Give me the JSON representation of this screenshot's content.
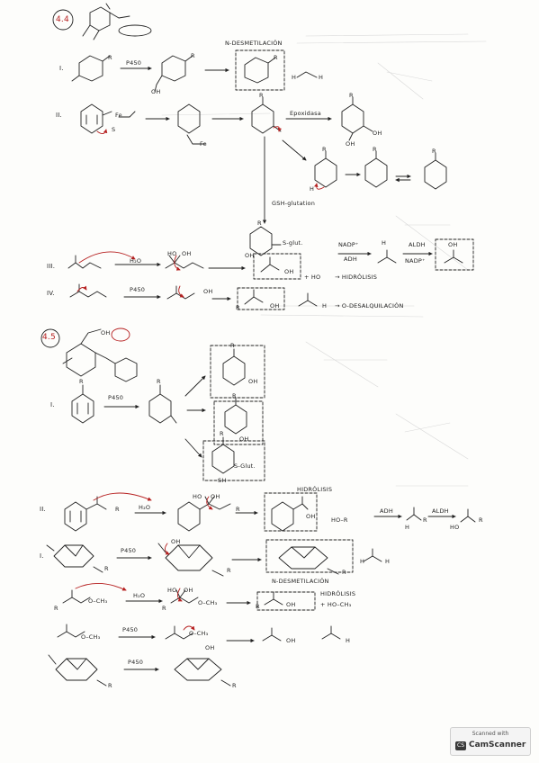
{
  "watermark": {
    "top": "Scanned with",
    "name": "CamScanner",
    "logo": "CS"
  },
  "sections": {
    "s44": "4.4",
    "s45": "4.5"
  },
  "labels": {
    "n_desmetilacion_1": "N-DESMETILACIÓN",
    "n_desmetilacion_2": "N-DESMETILACIÓN",
    "epoxidasa": "Epoxidasa",
    "gsh_glutation": "GSH-glutation",
    "s_glut_1": "S-glut.",
    "s_glut_2": "S-Glut.",
    "hidrolisis_1": "→ HIDRÓLISIS",
    "hidrolisis_2": "HIDRÓLISIS",
    "hidrolisis_3": "HIDRÓLISIS",
    "o_desalquilacion": "→ O-DESALQUILACIÓN",
    "p450": "P450",
    "h2o": "H₂O",
    "adh": "ADH",
    "aldh": "ALDH",
    "nadp_plus": "NADP⁺",
    "nadp": "NADP⁺",
    "ho_r": "HO–R",
    "ho_ch3": "+ HO–CH₃",
    "o_ch3": "O–CH₃",
    "oh": "OH",
    "ho": "HO",
    "h": "H",
    "r": "R",
    "s": "S",
    "fe": "Fe",
    "sh": "SH",
    "plus_ho": "+ HO"
  },
  "steps": {
    "i": "I.",
    "ii": "II.",
    "iii": "III.",
    "iv": "IV."
  }
}
